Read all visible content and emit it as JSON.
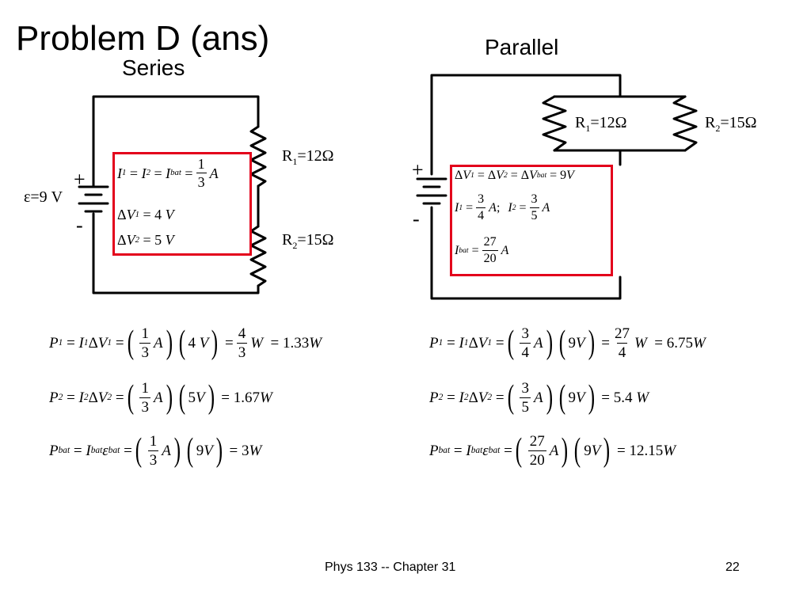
{
  "title": "Problem D (ans)",
  "series": {
    "heading": "Series",
    "emf_label": "ε=9 V",
    "plus": "+",
    "minus": "-",
    "r1": {
      "name": "R",
      "sub": "1",
      "value": "=12Ω"
    },
    "r2": {
      "name": "R",
      "sub": "2",
      "value": "=15Ω"
    },
    "box": {
      "current_frac": {
        "num": "1",
        "den": "3"
      },
      "dv1": "4",
      "dv2": "5"
    }
  },
  "parallel": {
    "heading": "Parallel",
    "plus": "+",
    "minus": "-",
    "r1": {
      "name": "R",
      "sub": "1",
      "value": "=12Ω"
    },
    "r2": {
      "name": "R",
      "sub": "2",
      "value": "=15Ω"
    },
    "box": {
      "dv": "9",
      "i1": {
        "num": "3",
        "den": "4"
      },
      "i2": {
        "num": "3",
        "den": "5"
      },
      "ibat": {
        "num": "27",
        "den": "20"
      }
    }
  },
  "series_power": {
    "p1": {
      "a": {
        "num": "1",
        "den": "3"
      },
      "v": "4",
      "w": {
        "num": "4",
        "den": "3"
      },
      "result": "1.33"
    },
    "p2": {
      "a": {
        "num": "1",
        "den": "3"
      },
      "v": "5",
      "result": "1.67"
    },
    "pbat": {
      "a": {
        "num": "1",
        "den": "3"
      },
      "v": "9",
      "result": "3"
    }
  },
  "parallel_power": {
    "p1": {
      "a": {
        "num": "3",
        "den": "4"
      },
      "v": "9",
      "w": {
        "num": "27",
        "den": "4"
      },
      "result": "6.75"
    },
    "p2": {
      "a": {
        "num": "3",
        "den": "5"
      },
      "v": "9",
      "result": "5.4"
    },
    "pbat": {
      "a": {
        "num": "27",
        "den": "20"
      },
      "v": "9",
      "result": "12.15"
    }
  },
  "footer": {
    "course": "Phys 133 -- Chapter 31",
    "page": "22"
  }
}
